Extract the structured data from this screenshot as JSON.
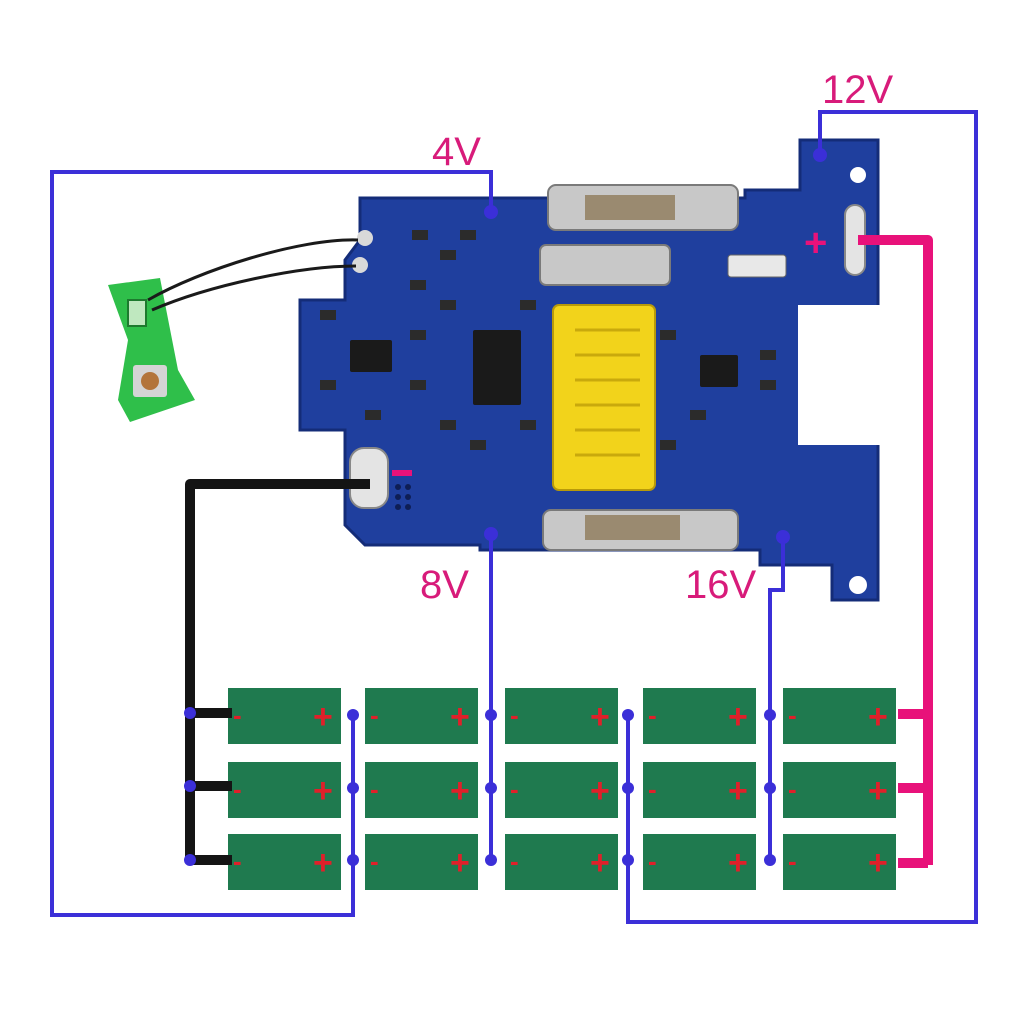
{
  "colors": {
    "wire_blue": "#3b2fd8",
    "wire_pink": "#e8127a",
    "wire_black": "#141414",
    "label_pink": "#d81b7a",
    "cell_green": "#1f7a4f",
    "sign_red": "#e0202a",
    "pcb_blue": "#1f3f9e",
    "pcb_dark": "#142c78",
    "connector_yellow": "#f2d31b",
    "switch_green": "#2fbf4a"
  },
  "voltage_labels": {
    "v4": "4V",
    "v8": "8V",
    "v12": "12V",
    "v16": "16V"
  },
  "board": {
    "plus_mark": "+",
    "minus_mark": "-"
  },
  "cell": {
    "neg": "-",
    "pos": "+"
  },
  "cell_bank": {
    "columns": 5,
    "rows": 3,
    "total_cells": 15
  },
  "icons": {
    "board": "bms-pcb-icon",
    "switch": "switch-board-icon"
  }
}
